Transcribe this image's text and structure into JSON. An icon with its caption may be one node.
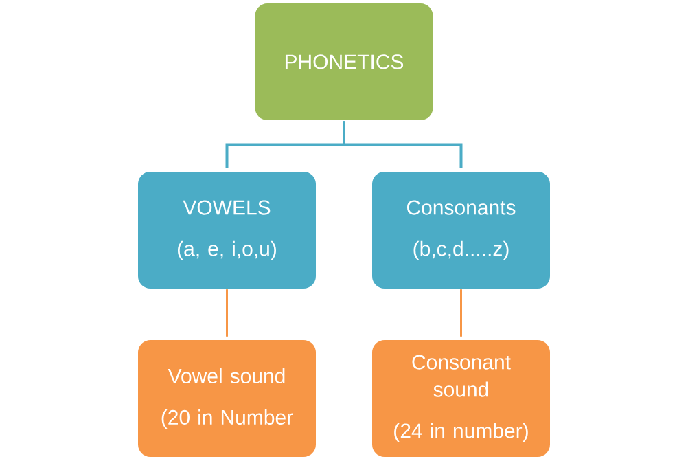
{
  "diagram": {
    "nodes": [
      {
        "text": [
          "PHONETICS"
        ]
      },
      {
        "text": [
          "VOWELS",
          "(a, e, i,o,u)"
        ]
      },
      {
        "text": [
          "Consonants",
          "(b,c,d.....z)"
        ]
      },
      {
        "text": [
          "Vowel sound",
          "(20 in Number"
        ]
      },
      {
        "text": [
          "Consonant sound",
          "(24 in number)"
        ]
      }
    ],
    "edges": [
      {
        "from": 0,
        "to": 1,
        "arrow": "none",
        "color": "#4bacc6"
      },
      {
        "from": 0,
        "to": 2,
        "arrow": "none",
        "color": "#4bacc6"
      },
      {
        "from": 1,
        "to": 3,
        "arrow": "none",
        "color": "#f79646"
      },
      {
        "from": 2,
        "to": 4,
        "arrow": "none",
        "color": "#f79646"
      }
    ]
  }
}
